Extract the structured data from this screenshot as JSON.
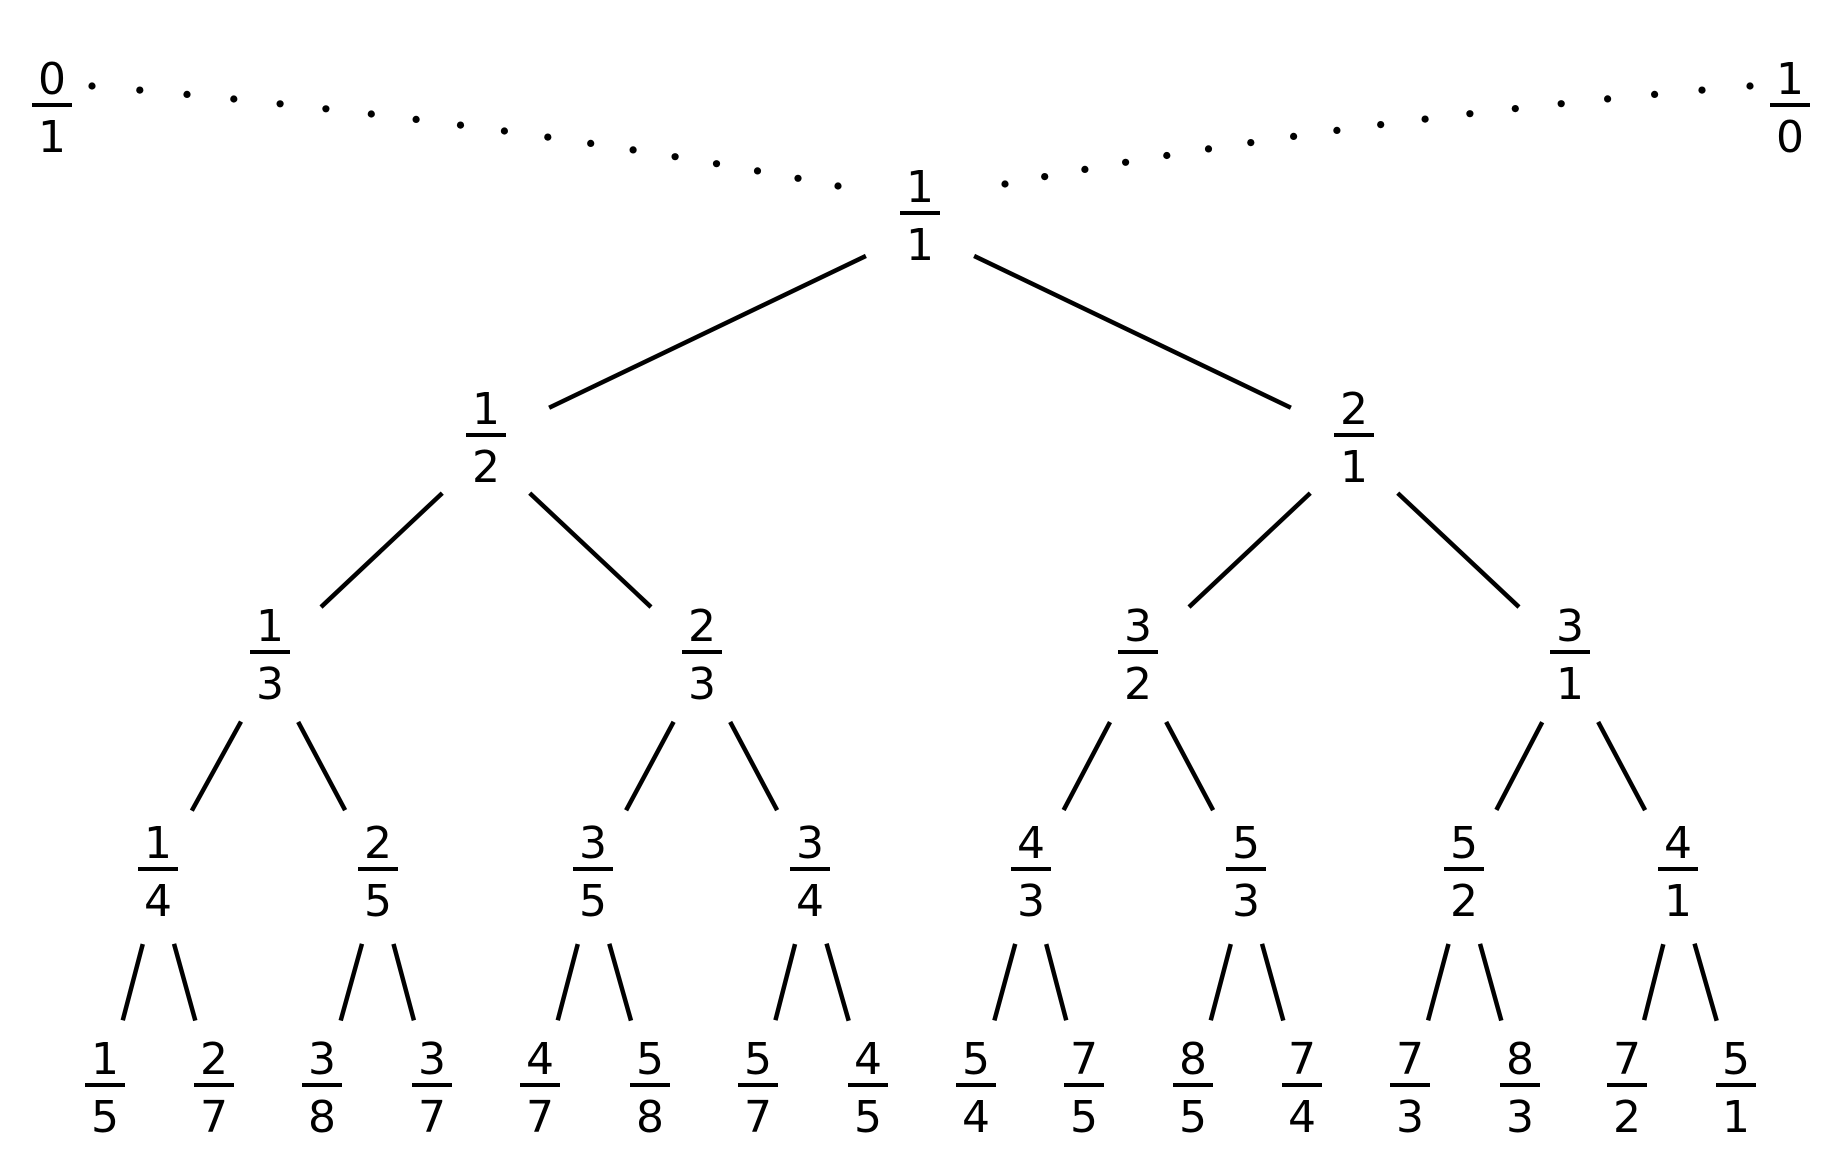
{
  "diagram": {
    "boundary_nodes": [
      {
        "id": "zero",
        "num": "0",
        "den": "1"
      },
      {
        "id": "inf",
        "num": "1",
        "den": "0"
      }
    ],
    "levels": [
      [
        {
          "num": "1",
          "den": "1"
        }
      ],
      [
        {
          "num": "1",
          "den": "2"
        },
        {
          "num": "2",
          "den": "1"
        }
      ],
      [
        {
          "num": "1",
          "den": "3"
        },
        {
          "num": "2",
          "den": "3"
        },
        {
          "num": "3",
          "den": "2"
        },
        {
          "num": "3",
          "den": "1"
        }
      ],
      [
        {
          "num": "1",
          "den": "4"
        },
        {
          "num": "2",
          "den": "5"
        },
        {
          "num": "3",
          "den": "5"
        },
        {
          "num": "3",
          "den": "4"
        },
        {
          "num": "4",
          "den": "3"
        },
        {
          "num": "5",
          "den": "3"
        },
        {
          "num": "5",
          "den": "2"
        },
        {
          "num": "4",
          "den": "1"
        }
      ],
      [
        {
          "num": "1",
          "den": "5"
        },
        {
          "num": "2",
          "den": "7"
        },
        {
          "num": "3",
          "den": "8"
        },
        {
          "num": "3",
          "den": "7"
        },
        {
          "num": "4",
          "den": "7"
        },
        {
          "num": "5",
          "den": "8"
        },
        {
          "num": "5",
          "den": "7"
        },
        {
          "num": "4",
          "den": "5"
        },
        {
          "num": "5",
          "den": "4"
        },
        {
          "num": "7",
          "den": "5"
        },
        {
          "num": "8",
          "den": "5"
        },
        {
          "num": "7",
          "den": "4"
        },
        {
          "num": "7",
          "den": "3"
        },
        {
          "num": "8",
          "den": "3"
        },
        {
          "num": "7",
          "den": "2"
        },
        {
          "num": "5",
          "den": "1"
        }
      ]
    ]
  }
}
